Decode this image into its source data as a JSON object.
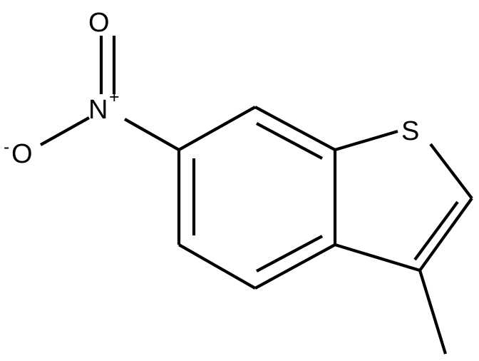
{
  "molecule": {
    "atoms": {
      "sulfur": "S",
      "nitro_nitrogen": "N",
      "nitro_nitrogen_charge": "+",
      "double_bonded_oxygen": "O",
      "single_bonded_oxygen": "O",
      "single_bonded_oxygen_charge": "-"
    },
    "colors": {
      "bond": "#000000",
      "background": "#ffffff"
    }
  }
}
